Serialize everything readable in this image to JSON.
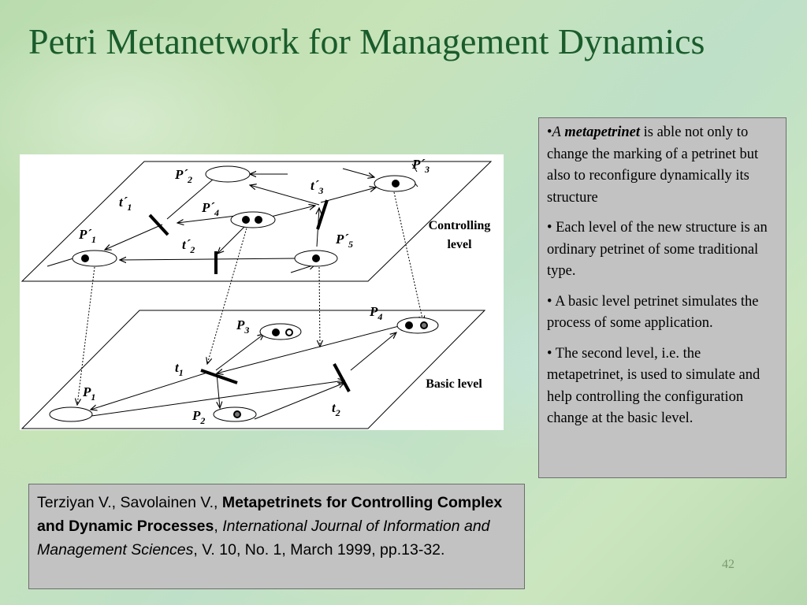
{
  "slide": {
    "title": "Petri Metanetwork for Management Dynamics",
    "page_number": "42"
  },
  "diagram": {
    "controlling_level_label": [
      "Controlling",
      "level"
    ],
    "basic_level_label": "Basic level",
    "controlling_places": [
      {
        "id": "P'1",
        "base": "P´",
        "sub": "1",
        "tokens": 1
      },
      {
        "id": "P'2",
        "base": "P´",
        "sub": "2",
        "tokens": 0
      },
      {
        "id": "P'3",
        "base": "P´",
        "sub": "3",
        "tokens": 1
      },
      {
        "id": "P'4",
        "base": "P´",
        "sub": "4",
        "tokens": 2
      },
      {
        "id": "P'5",
        "base": "P´",
        "sub": "5",
        "tokens": 1
      }
    ],
    "controlling_transitions": [
      {
        "id": "t'1",
        "base": "t´",
        "sub": "1"
      },
      {
        "id": "t'2",
        "base": "t´",
        "sub": "2"
      },
      {
        "id": "t'3",
        "base": "t´",
        "sub": "3"
      }
    ],
    "basic_places": [
      {
        "id": "P1",
        "base": "P",
        "sub": "1",
        "tokens": 0
      },
      {
        "id": "P2",
        "base": "P",
        "sub": "2",
        "tokens": 1
      },
      {
        "id": "P3",
        "base": "P",
        "sub": "3",
        "tokens": 2
      },
      {
        "id": "P4",
        "base": "P",
        "sub": "4",
        "tokens": 2
      }
    ],
    "basic_transitions": [
      {
        "id": "t1",
        "base": "t",
        "sub": "1"
      },
      {
        "id": "t2",
        "base": "t",
        "sub": "2"
      }
    ]
  },
  "bullets": {
    "b1_prefix": "•",
    "b1_a": "A",
    "b1_term": "metapetrinet",
    "b1_rest": " is able not only to change the marking of a petrinet but also to reconfigure dynamically its structure",
    "b2": "• Each level of the new structure is an ordinary petrinet of some traditional type.",
    "b3": "• A basic level petrinet simulates the process of some application.",
    "b4": "• The second level, i.e. the metapetrinet, is used to simulate and help controlling the configuration change at the basic level."
  },
  "citation": {
    "authors": "Terziyan V., Savolainen V., ",
    "title": "Metapetrinets for Controlling Complex and Dynamic Processes",
    "comma": ",",
    "journal": "International Journal of Information and Management Sciences",
    "details": ", V. 10, No. 1, March 1999, pp.13-32."
  }
}
